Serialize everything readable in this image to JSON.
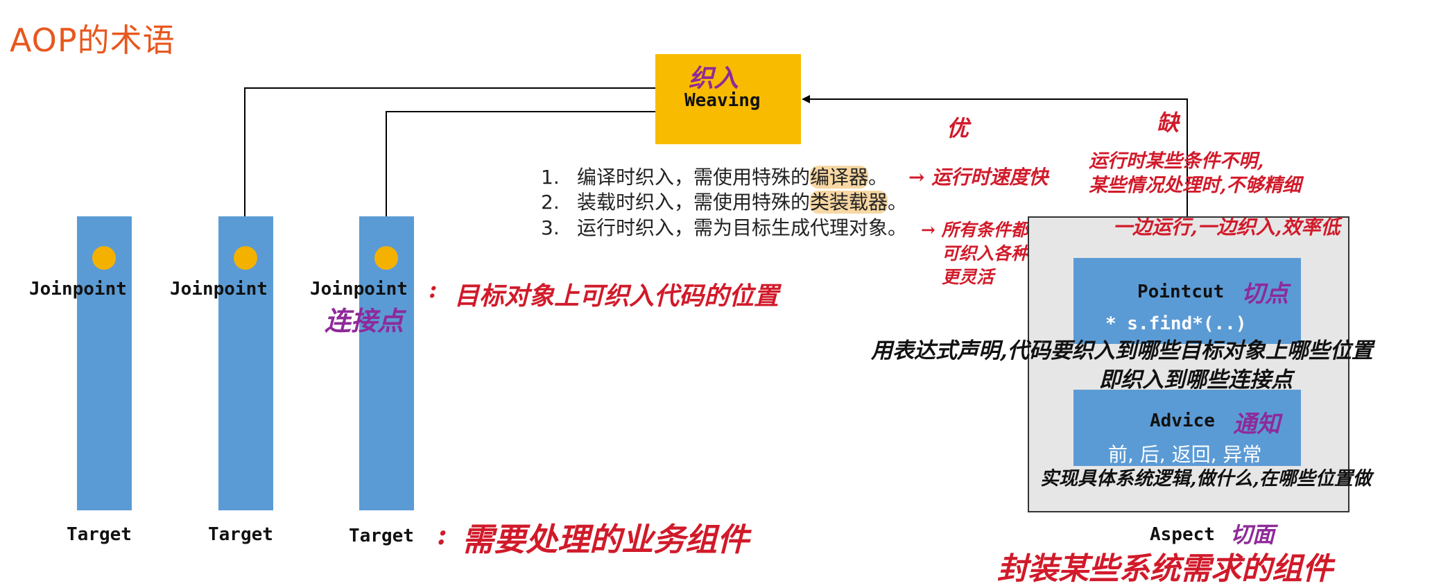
{
  "page": {
    "title": "AOP的术语"
  },
  "weaving": {
    "label_cn": "织入",
    "label_en": "Weaving"
  },
  "weave_methods": [
    {
      "num": "1.",
      "text_before": "编译时织入，需使用特殊的",
      "text_hl": "编译器",
      "text_after": "。"
    },
    {
      "num": "2.",
      "text_before": "装载时织入，需使用特殊的",
      "text_hl": "类装载器",
      "text_after": "。"
    },
    {
      "num": "3.",
      "text_before": "运行时织入，需为目标生成代理对象",
      "text_hl": "",
      "text_after": "。"
    }
  ],
  "joinpoints": [
    {
      "label": "Joinpoint",
      "target": "Target"
    },
    {
      "label": "Joinpoint",
      "target": "Target"
    },
    {
      "label": "Joinpoint",
      "target": "Target"
    }
  ],
  "notes": {
    "joinpoint_colon": ":",
    "joinpoint_desc": "目标对象上可织入代码的位置",
    "joinpoint_cn": "连接点",
    "target_colon": ":",
    "target_desc": "需要处理的业务组件",
    "pros_label": "优",
    "cons_label": "缺",
    "pro_compile": "→ 运行时速度快",
    "pro_runtime_1": "→ 所有条件都清楚,",
    "pro_runtime_2": "可织入各种代码",
    "pro_runtime_3": "更灵活",
    "con_1": "运行时某些条件不明,",
    "con_2": "某些情况处理时,不够精细",
    "con_3": "一边运行,一边织入,效率低",
    "pointcut_desc_1": "用表达式声明,代码要织入到哪些目标对象上哪些位置",
    "pointcut_desc_2": "即织入到哪些连接点",
    "advice_desc": "实现具体系统逻辑,做什么,在哪些位置做",
    "aspect_desc": "封装某些系统需求的组件"
  },
  "aspect": {
    "label": "Aspect",
    "label_cn": "切面",
    "pointcut": {
      "label": "Pointcut",
      "label_cn": "切点",
      "expr": "* s.find*(..)"
    },
    "advice": {
      "label": "Advice",
      "label_cn": "通知",
      "types": "前, 后, 返回, 异常"
    }
  },
  "colors": {
    "title": "#e8571e",
    "bar": "#5b9bd5",
    "dot": "#f5b100",
    "weaving_box": "#f9bb00",
    "aspect_box": "#e7e6e6",
    "annotation_red": "#d11a2a",
    "annotation_purple": "#8e2a99"
  }
}
